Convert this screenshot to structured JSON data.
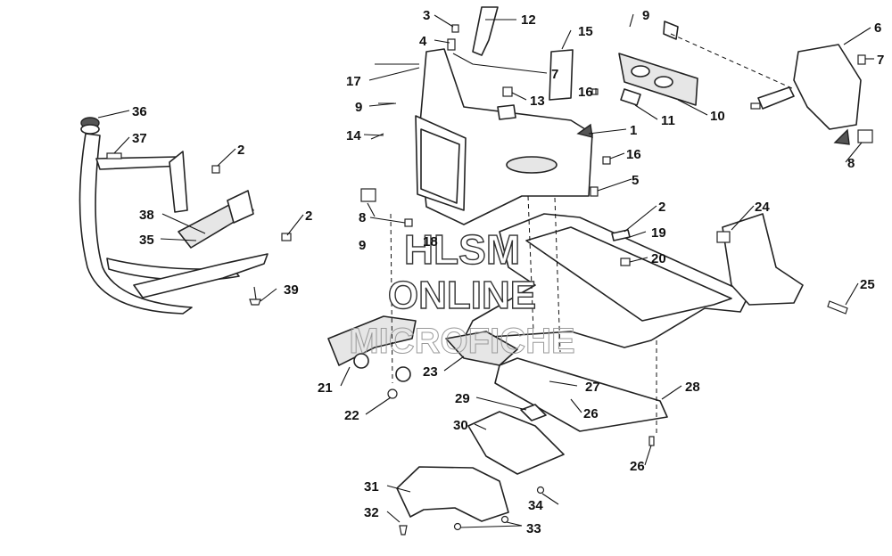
{
  "callouts": [
    {
      "id": "c3",
      "label": "3"
    },
    {
      "id": "c12",
      "label": "12"
    },
    {
      "id": "c9a",
      "label": "9"
    },
    {
      "id": "c6",
      "label": "6"
    },
    {
      "id": "c4",
      "label": "4"
    },
    {
      "id": "c15",
      "label": "15"
    },
    {
      "id": "c7a",
      "label": "7"
    },
    {
      "id": "c17",
      "label": "17"
    },
    {
      "id": "c7b",
      "label": "7"
    },
    {
      "id": "c16a",
      "label": "16"
    },
    {
      "id": "c10",
      "label": "10"
    },
    {
      "id": "c9b",
      "label": "9"
    },
    {
      "id": "c13",
      "label": "13"
    },
    {
      "id": "c11",
      "label": "11"
    },
    {
      "id": "c36",
      "label": "36"
    },
    {
      "id": "c1",
      "label": "1"
    },
    {
      "id": "c14",
      "label": "14"
    },
    {
      "id": "c37",
      "label": "37"
    },
    {
      "id": "c2a",
      "label": "2"
    },
    {
      "id": "c16b",
      "label": "16"
    },
    {
      "id": "c8a",
      "label": "8"
    },
    {
      "id": "c5",
      "label": "5"
    },
    {
      "id": "c8b",
      "label": "8"
    },
    {
      "id": "c24",
      "label": "24"
    },
    {
      "id": "c2b",
      "label": "2"
    },
    {
      "id": "c38",
      "label": "38"
    },
    {
      "id": "c2c",
      "label": "2"
    },
    {
      "id": "c9c",
      "label": "9"
    },
    {
      "id": "c18",
      "label": "18"
    },
    {
      "id": "c19",
      "label": "19"
    },
    {
      "id": "c35",
      "label": "35"
    },
    {
      "id": "c20",
      "label": "20"
    },
    {
      "id": "c25",
      "label": "25"
    },
    {
      "id": "c39",
      "label": "39"
    },
    {
      "id": "c21",
      "label": "21"
    },
    {
      "id": "c23",
      "label": "23"
    },
    {
      "id": "c27",
      "label": "27"
    },
    {
      "id": "c28",
      "label": "28"
    },
    {
      "id": "c22",
      "label": "22"
    },
    {
      "id": "c29",
      "label": "29"
    },
    {
      "id": "c26a",
      "label": "26"
    },
    {
      "id": "c30",
      "label": "30"
    },
    {
      "id": "c26b",
      "label": "26"
    },
    {
      "id": "c31",
      "label": "31"
    },
    {
      "id": "c34",
      "label": "34"
    },
    {
      "id": "c32",
      "label": "32"
    },
    {
      "id": "c33",
      "label": "33"
    }
  ],
  "watermark": {
    "line1": "HLSM",
    "line2": "ONLINE",
    "line3": "MICROFICHE"
  }
}
